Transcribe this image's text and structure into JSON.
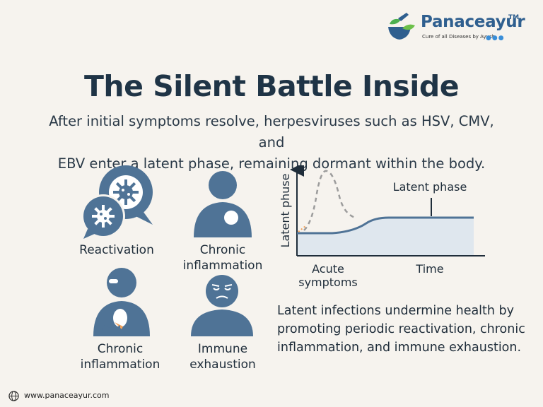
{
  "brand": {
    "name": "Panaceayur",
    "trademark": "TM",
    "tagline": "Cure of all Diseases by Ayush",
    "icon": "mortar-pestle-leaf-logo",
    "colors": {
      "primary": "#2f5f8f",
      "leaf": "#4caf50",
      "dots": "#3a8ed8"
    }
  },
  "title": "The Silent Battle Inside",
  "subtitle_line1": "After initial symptoms resolve, herpesviruses such as HSV, CMV, and",
  "subtitle_line2": "EBV enter a latent phase, remaining dormant within the body.",
  "icons": {
    "color": "#4f7396",
    "reactivation": {
      "label": "Reactivation",
      "icon": "virus-speech-bubbles-icon"
    },
    "chronic_1": {
      "line1": "Chronic",
      "line2": "inflammation",
      "icon": "person-with-inflamed-spot-icon"
    },
    "chronic_2": {
      "line1": "Chronic",
      "line2": "inflammation",
      "icon": "person-with-stomach-pain-icon"
    },
    "immune": {
      "line1": "Immune",
      "line2": "exhaustion",
      "icon": "tired-person-icon"
    }
  },
  "chart": {
    "ylabel": "Latent phuse",
    "annotation": "Latent phase",
    "xlabel": "Time",
    "acute_line1": "Acute",
    "acute_line2": "symptoms"
  },
  "chart_data": {
    "type": "line",
    "title": "",
    "xlabel": "Time",
    "ylabel": "Latent phuse",
    "annotations": [
      "Latent phase",
      "Acute symptoms"
    ],
    "series": [
      {
        "style": "solid",
        "fill": "area"
      },
      {
        "style": "dashed",
        "shape": "acute peak"
      }
    ]
  },
  "bottom_text": "Latent infections undermine health by promoting periodic reactivation, chronic inflammation, and immune exhaustion.",
  "footer": {
    "url": "www.panaceayur.com",
    "icon": "globe-icon"
  }
}
